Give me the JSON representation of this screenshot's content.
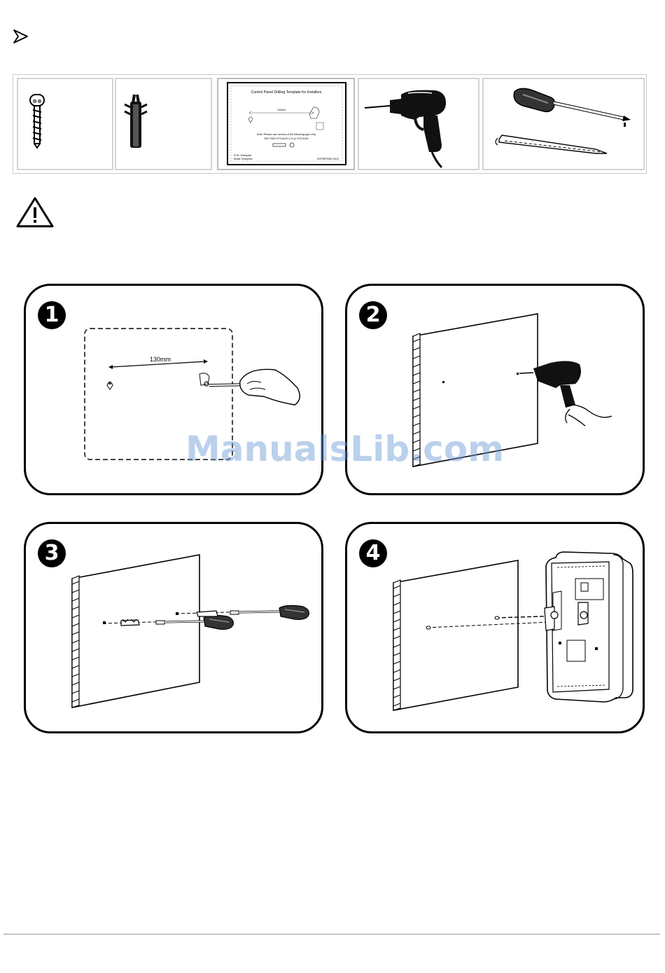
{
  "page": {
    "icons": {
      "bullet": "arrowhead-bullet-icon",
      "warning": "warning-triangle-icon"
    },
    "colors": {
      "line": "#000000",
      "frame": "#d4d4d4",
      "watermark": "#6996d2"
    }
  },
  "template": {
    "title": "Control Panel Drilling Template for Installers",
    "measure": "130mm",
    "note_line1": "Note: Please use screws of the following type only",
    "note_line2": "DIN 7982 ST3.5x25 C-H or ST3.5x25",
    "footer_left_line1": "PCB / Enterprise",
    "footer_left_line2": "Model: Enterprise",
    "footer_right": "ENTERPRISE   03/10"
  },
  "steps": [
    {
      "number": "1",
      "measure": "130mm"
    },
    {
      "number": "2"
    },
    {
      "number": "3"
    },
    {
      "number": "4"
    }
  ],
  "watermark": "ManualsLib.com"
}
